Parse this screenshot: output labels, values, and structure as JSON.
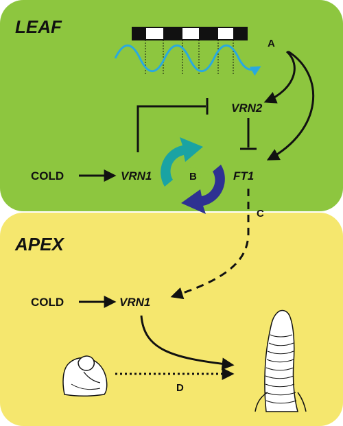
{
  "leaf": {
    "title": "LEAF",
    "cold": "COLD",
    "vrn1": "VRN1",
    "vrn2": "VRN2",
    "ft1": "FT1",
    "label_a": "A",
    "label_b": "B",
    "label_c": "C",
    "colors": {
      "background": "#8dc63f",
      "loop_teal": "#1aa3a3",
      "loop_blue": "#2e3192",
      "wave": "#29a9e0"
    }
  },
  "apex": {
    "title": "APEX",
    "cold": "COLD",
    "vrn1": "VRN1",
    "label_d": "D",
    "colors": {
      "background": "#f5e76e"
    }
  },
  "photoperiod_segments": [
    "dark",
    "light",
    "dark",
    "light",
    "dark",
    "light",
    "dark"
  ]
}
